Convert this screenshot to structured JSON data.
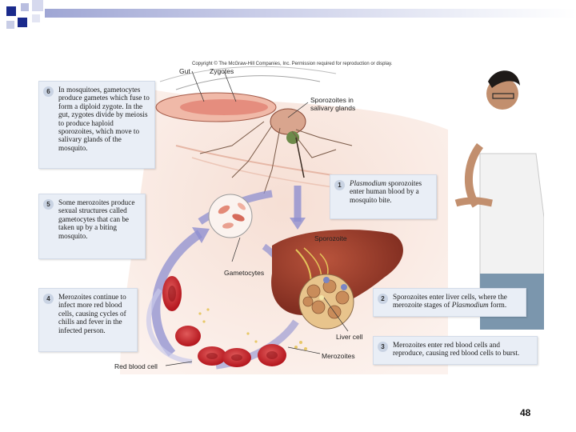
{
  "copyright": "Copyright © The McGraw-Hill Companies, Inc. Permission required for reproduction or display.",
  "labels": {
    "gut": "Gut",
    "zygotes": "Zygotes",
    "sporozoites_salivary": "Sporozoites in salivary glands",
    "sporozoite": "Sporozoite",
    "gametocytes": "Gametocytes",
    "liver_cell": "Liver cell",
    "merozoites": "Merozoites",
    "red_blood_cell": "Red blood cell"
  },
  "steps": [
    {
      "n": "1",
      "pre": "",
      "italic": "Plasmodium",
      "post": " sporozoites enter human blood by a mosquito bite."
    },
    {
      "n": "2",
      "pre": "Sporozoites enter liver cells, where the merozoite stages of ",
      "italic": "Plasmodium",
      "post": " form."
    },
    {
      "n": "3",
      "pre": "Merozoites enter red blood cells and reproduce, causing red blood cells to burst.",
      "italic": "",
      "post": ""
    },
    {
      "n": "4",
      "pre": "Merozoites continue to infect more red blood cells, causing cycles of chills and fever in the infected person.",
      "italic": "",
      "post": ""
    },
    {
      "n": "5",
      "pre": "Some merozoites produce sexual structures called gametocytes that can be taken up by a biting mosquito.",
      "italic": "",
      "post": ""
    },
    {
      "n": "6",
      "pre": "In mosquitoes, gametocytes produce gametes which fuse to form a diploid zygote. In the gut, zygotes divide by meiosis to produce haploid sporozoites, which move to salivary glands of the mosquito.",
      "italic": "",
      "post": ""
    }
  ],
  "page_number": "48",
  "colors": {
    "deco_blue": "#1a2a8c",
    "deco_light": "#c8cde6",
    "card_bg": "#e9eef6",
    "cycle_arrow": "#8e8fd0",
    "blood": "#c8242a",
    "liver": "#9e3b2a"
  }
}
